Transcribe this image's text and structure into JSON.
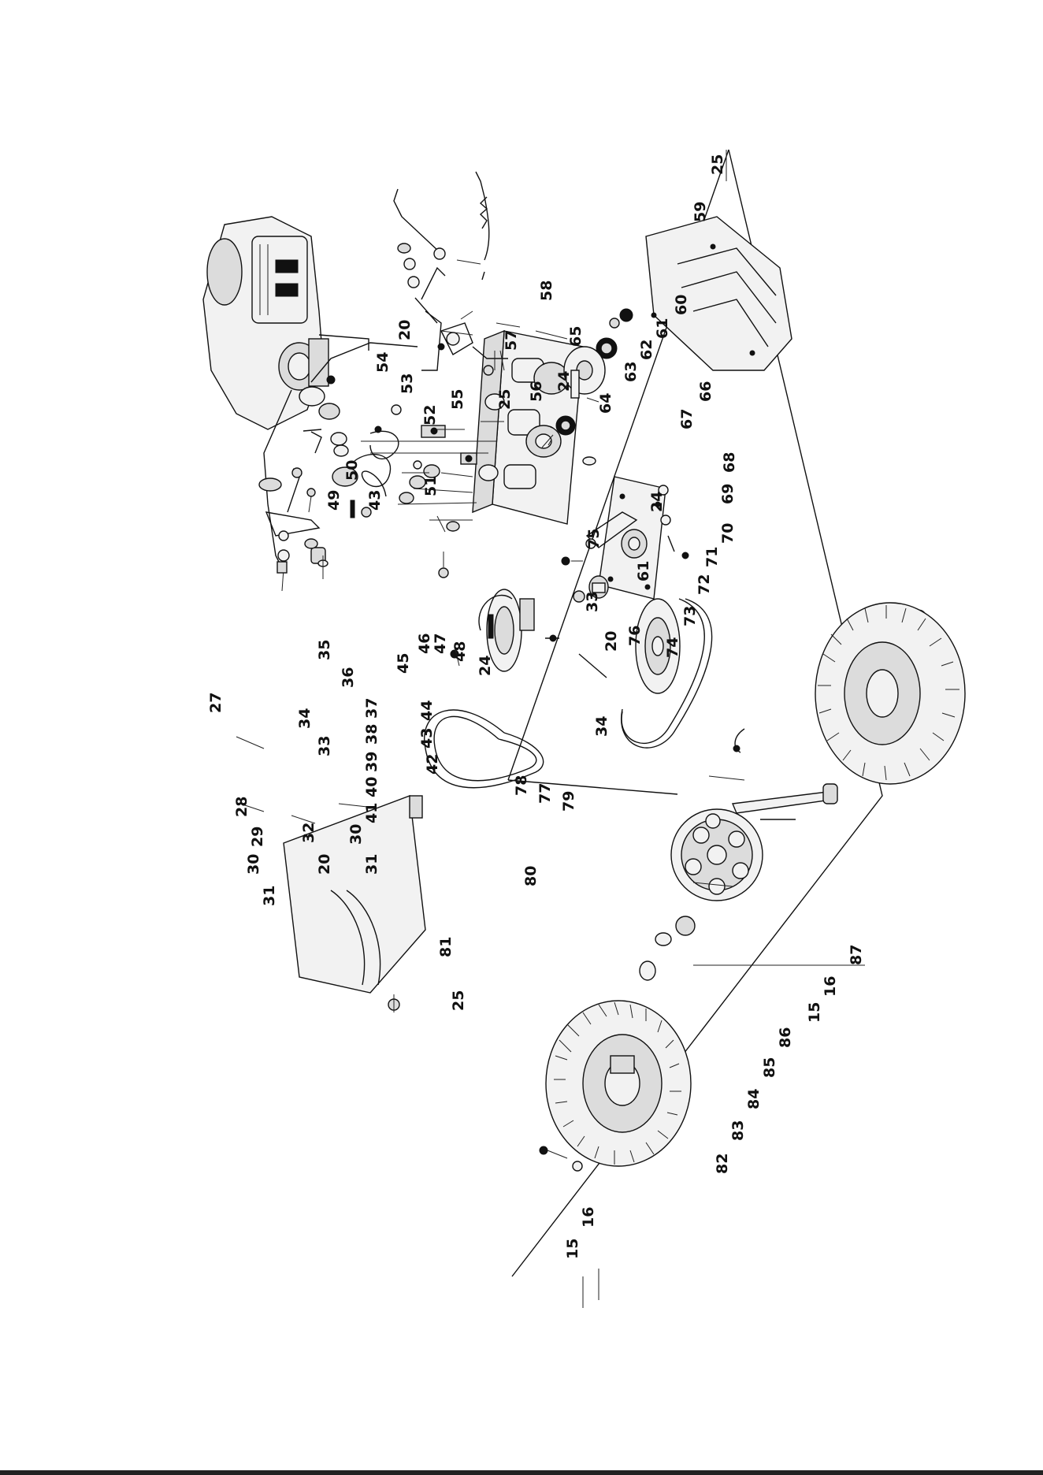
{
  "part_labels": [
    "15",
    "16",
    "20",
    "24",
    "25",
    "27",
    "28",
    "29",
    "30",
    "31",
    "32",
    "33",
    "34",
    "35",
    "36",
    "37",
    "38",
    "39",
    "40",
    "41",
    "42",
    "43",
    "44",
    "45",
    "46",
    "47",
    "48",
    "49",
    "50",
    "51",
    "52",
    "53",
    "54",
    "55",
    "56",
    "57",
    "58",
    "59",
    "60",
    "61",
    "62",
    "63",
    "64",
    "65",
    "66",
    "67",
    "68",
    "69",
    "70",
    "71",
    "72",
    "73",
    "74",
    "75",
    "76",
    "77",
    "78",
    "79",
    "80",
    "81",
    "82",
    "83",
    "84",
    "85",
    "86",
    "87"
  ]
}
